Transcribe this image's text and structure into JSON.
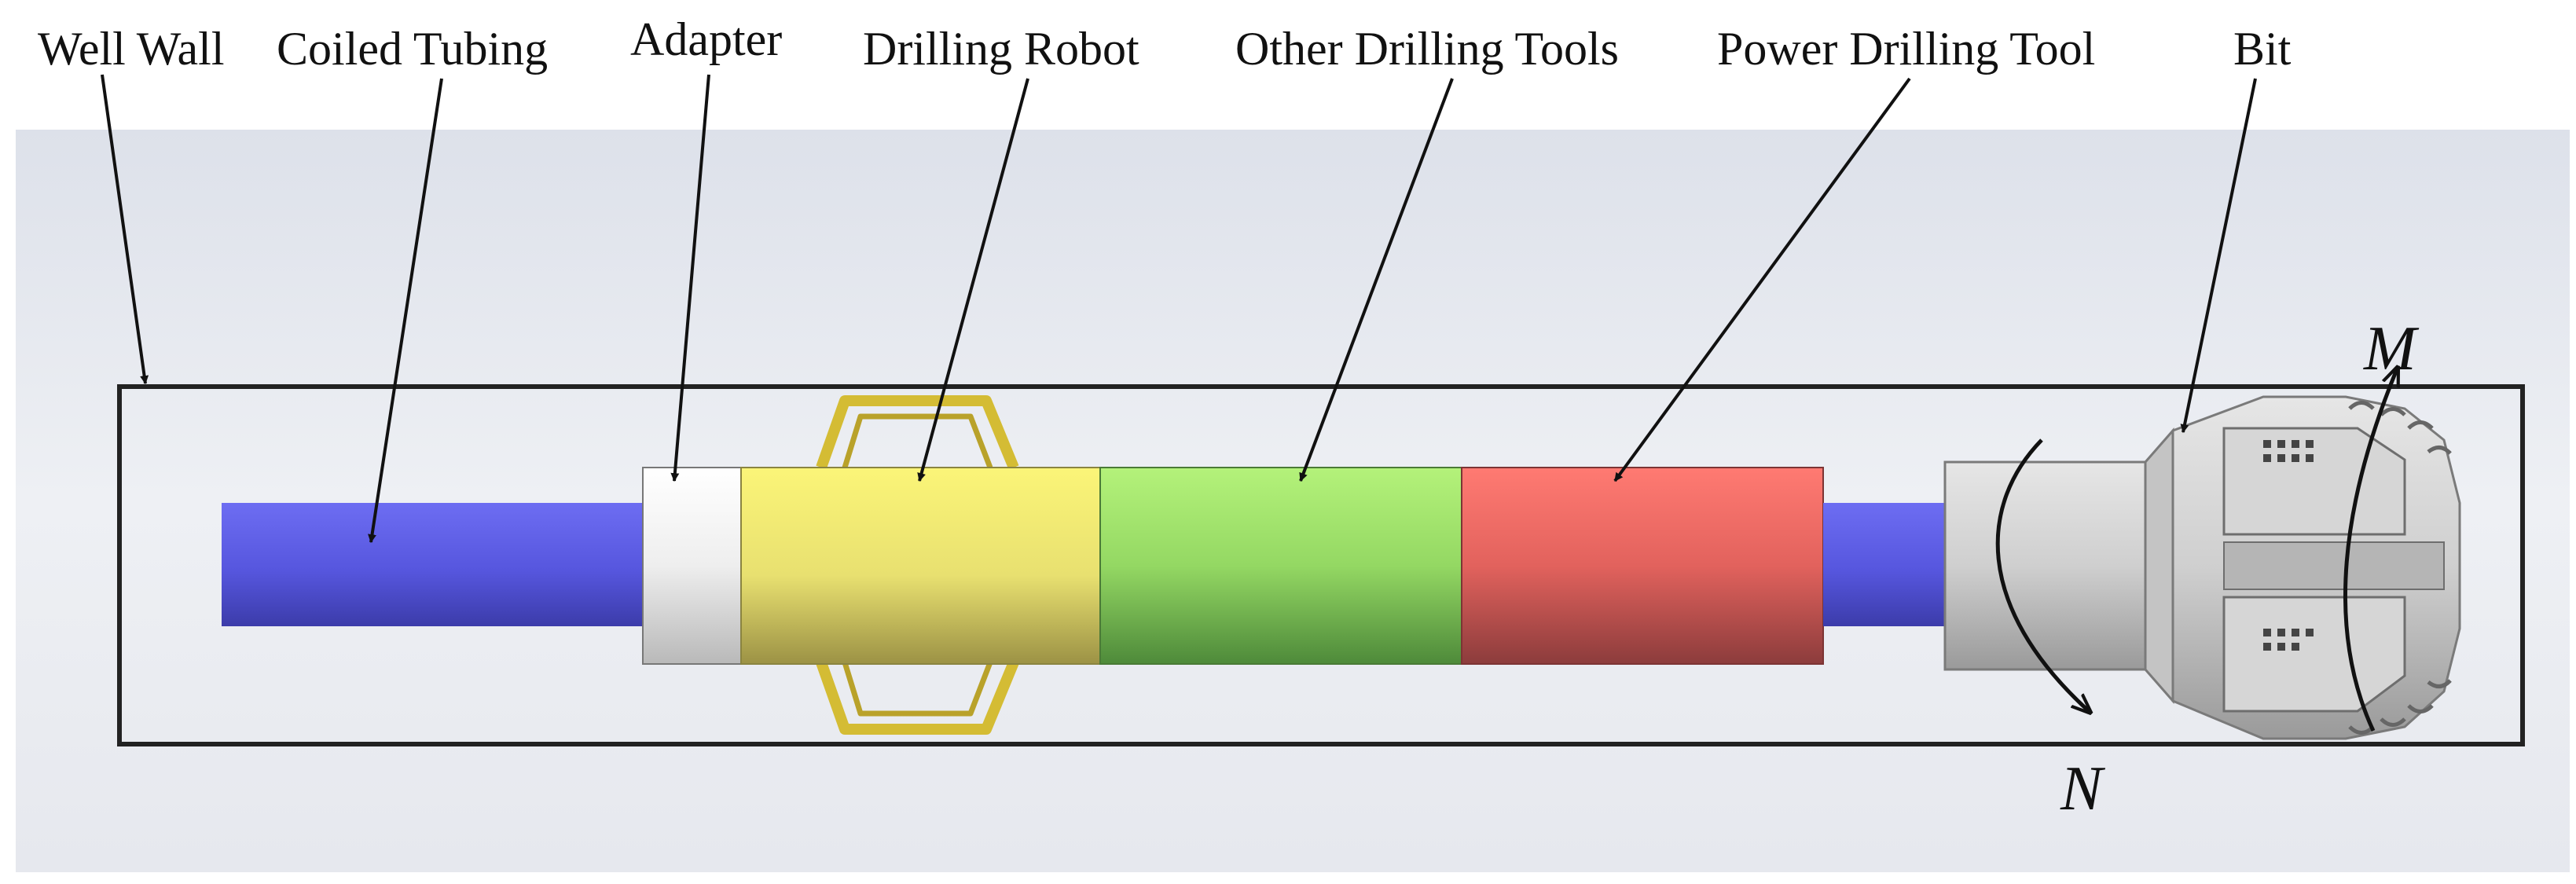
{
  "labels": {
    "well_wall": "Well Wall",
    "coiled_tubing": "Coiled Tubing",
    "adapter": "Adapter",
    "drilling_robot": "Drilling Robot",
    "other_drilling_tools": "Other Drilling Tools",
    "power_drilling_tool": "Power Drilling Tool",
    "bit": "Bit"
  },
  "symbols": {
    "m": "M",
    "n": "N"
  },
  "colors": {
    "coiled_tubing": "#5b5be6",
    "adapter": "#f2f2f2",
    "drilling_robot": "#f4ec6a",
    "other_drilling_tools": "#a6e86a",
    "power_drilling_tool": "#f0706a",
    "bit_body": "#cfcfcf",
    "robot_arms": "#d8c23a"
  }
}
